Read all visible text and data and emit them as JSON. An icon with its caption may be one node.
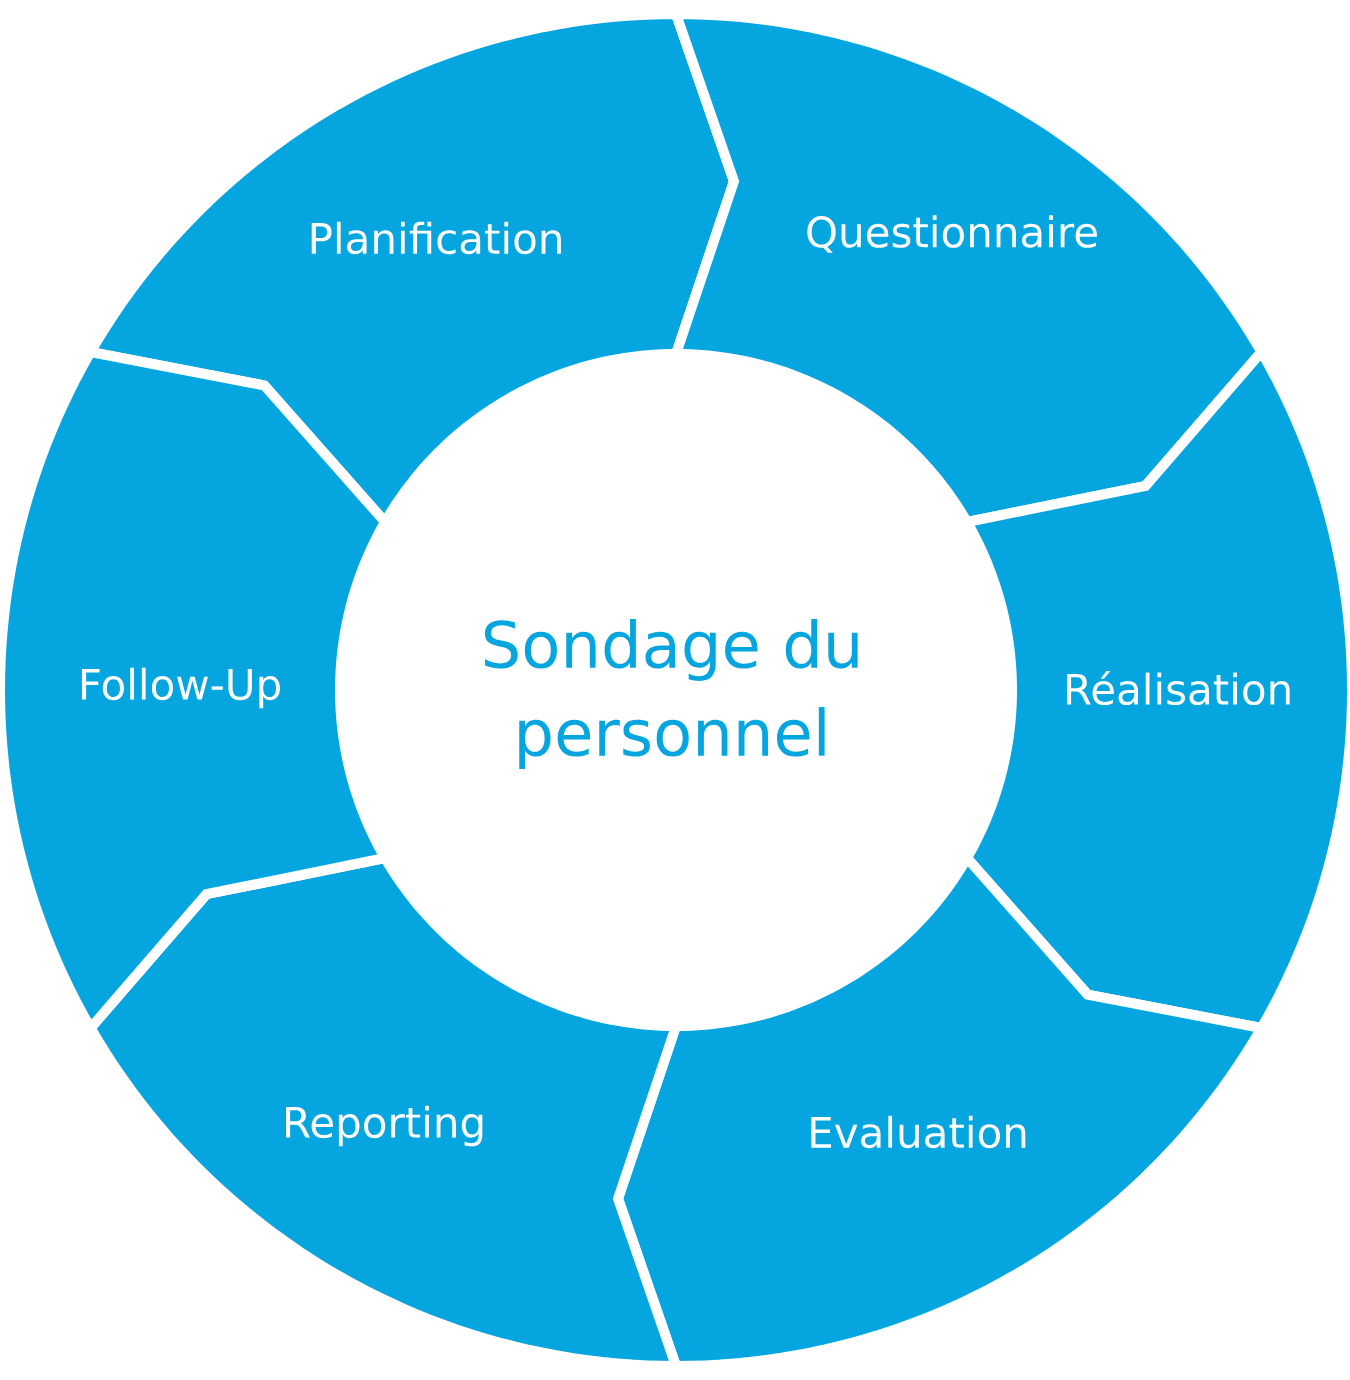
{
  "diagram": {
    "nodes": [
      {
        "text": [
          "Sondage du personnel"
        ]
      },
      {
        "text": [
          "Planification"
        ]
      },
      {
        "text": [
          "Questionnaire"
        ]
      },
      {
        "text": [
          "Réalisation"
        ]
      },
      {
        "text": [
          "Evaluation"
        ]
      },
      {
        "text": [
          "Reporting"
        ]
      },
      {
        "text": [
          "Follow-Up"
        ]
      }
    ]
  }
}
